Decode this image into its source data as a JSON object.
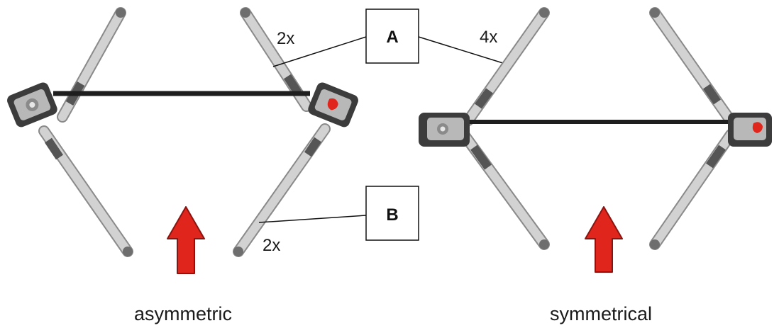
{
  "callouts": {
    "a": {
      "letter": "A"
    },
    "b": {
      "letter": "B"
    }
  },
  "counts": {
    "left_upper": "2x",
    "left_lower": "2x",
    "right_upper": "4x"
  },
  "captions": {
    "left": "asymmetric",
    "right": "symmetrical"
  },
  "colors": {
    "arm_fill": "#d2d2d2",
    "arm_edge": "#8a8a8a",
    "arm_dark": "#555555",
    "crossbar": "#1e1e1e",
    "housing": "#3c3c3c",
    "pivot": "#6e6e6e",
    "arrow_red": "#e0261c",
    "arrow_edge": "#8a1410",
    "red_knob": "#e0261c"
  },
  "icons": {
    "direction": "up-arrow-icon",
    "housing": "clamp-housing-icon"
  }
}
